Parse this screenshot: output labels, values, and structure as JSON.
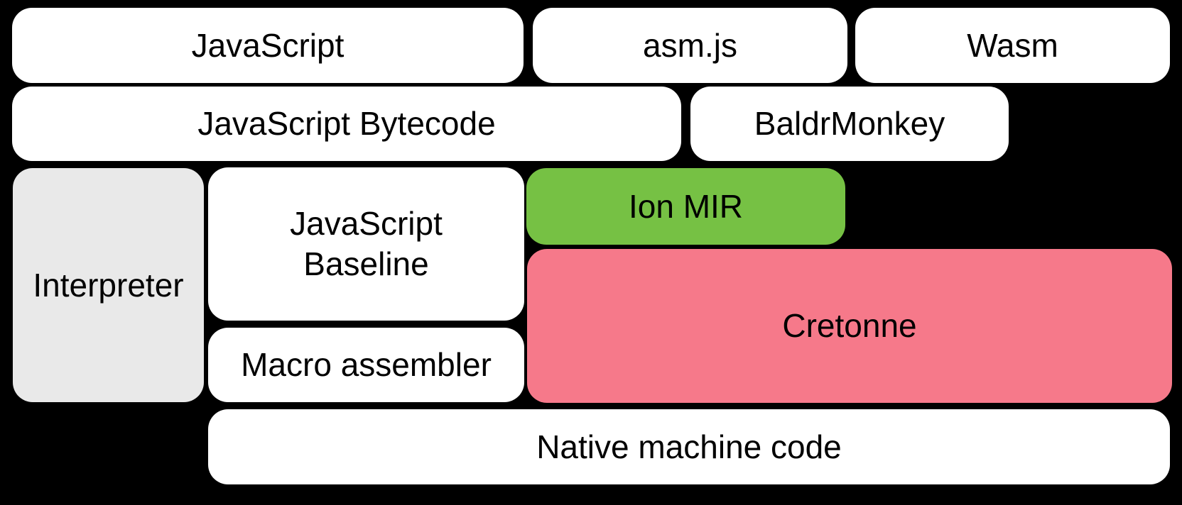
{
  "diagram": {
    "background_color": "#000000",
    "text_color": "#000000",
    "colors": {
      "box_white": "#FFFFFF",
      "interpreter_gray": "#E9E9E9",
      "ion_mir_green": "#76C144",
      "cretonne_pink": "#F6798A"
    },
    "boxes": [
      {
        "id": "javascript",
        "label": "JavaScript",
        "fill": "#FFFFFF"
      },
      {
        "id": "asmjs",
        "label": "asm.js",
        "fill": "#FFFFFF"
      },
      {
        "id": "wasm",
        "label": "Wasm",
        "fill": "#FFFFFF"
      },
      {
        "id": "javascript-bytecode",
        "label": "JavaScript Bytecode",
        "fill": "#FFFFFF"
      },
      {
        "id": "baldrmonkey",
        "label": "BaldrMonkey",
        "fill": "#FFFFFF"
      },
      {
        "id": "interpreter",
        "label": "Interpreter",
        "fill": "#E9E9E9"
      },
      {
        "id": "javascript-baseline",
        "label": "JavaScript\nBaseline",
        "fill": "#FFFFFF"
      },
      {
        "id": "ion-mir",
        "label": "Ion MIR",
        "fill": "#76C144"
      },
      {
        "id": "cretonne",
        "label": "Cretonne",
        "fill": "#F6798A"
      },
      {
        "id": "macro-assembler",
        "label": "Macro assembler",
        "fill": "#FFFFFF"
      },
      {
        "id": "native-machine-code",
        "label": "Native machine code",
        "fill": "#FFFFFF"
      }
    ]
  }
}
